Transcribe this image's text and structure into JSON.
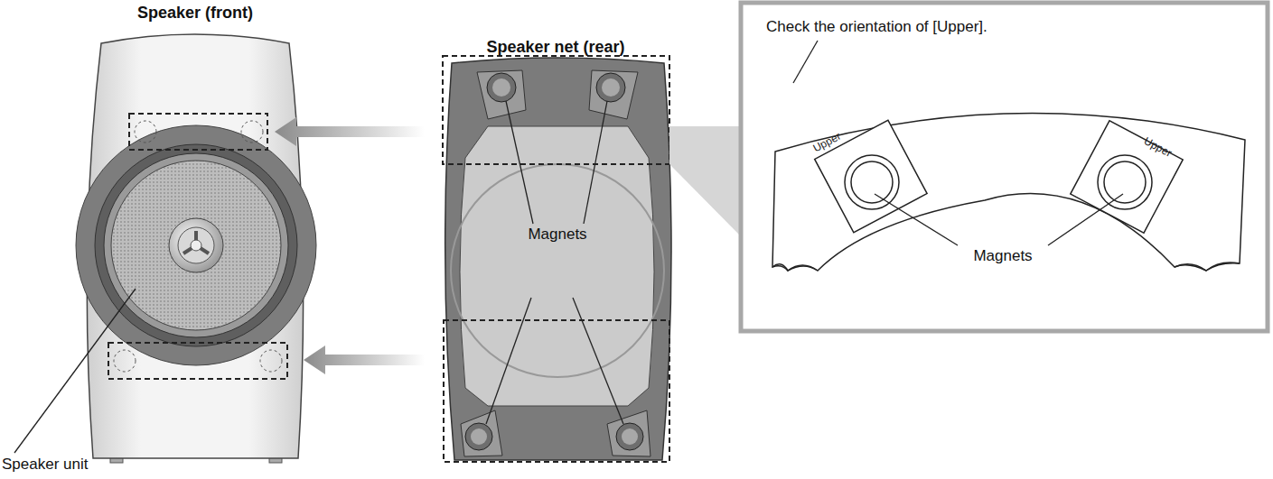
{
  "diagram": {
    "labels": [
      "Speaker (front)",
      "Speaker net (rear)",
      "Check the orientation of [Upper].",
      "Upper",
      "Upper",
      "Magnets",
      "Magnets",
      "Speaker unit"
    ]
  }
}
